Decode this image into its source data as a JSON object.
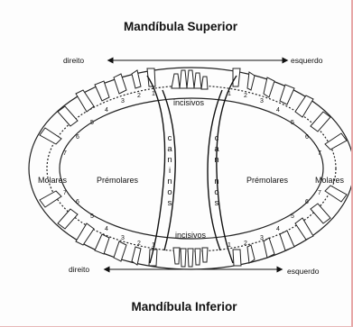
{
  "title_top": "Mandíbula Superior",
  "title_bottom": "Mandíbula Inferior",
  "direction_right": "direito",
  "direction_left": "esquerdo",
  "labels": {
    "incisors": "incisivos",
    "canines": "caninos",
    "premolars": "Prémolares",
    "molars": "Molares"
  },
  "tooth_numbers": {
    "upper_right": [
      "1",
      "2",
      "3",
      "4",
      "5",
      "6",
      "7"
    ],
    "upper_left": [
      "1",
      "2",
      "3",
      "4",
      "5",
      "6",
      "7"
    ],
    "lower_right": [
      "1",
      "2",
      "3",
      "4",
      "5",
      "6",
      "7"
    ],
    "lower_left": [
      "1",
      "2",
      "3",
      "4",
      "5",
      "6",
      "7"
    ]
  }
}
